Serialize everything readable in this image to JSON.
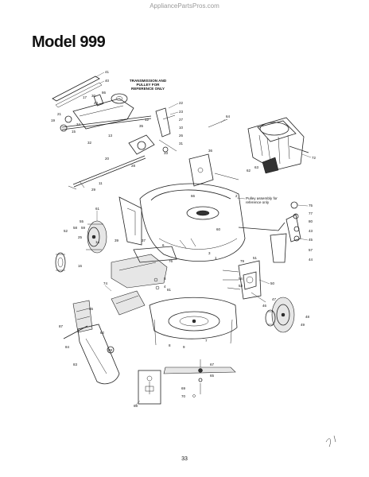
{
  "header": {
    "watermark": "AppliancePartsPros.com",
    "title": "Model 999"
  },
  "notes": {
    "transmission": [
      "TRANSMISSION AND",
      "PULLEY FOR",
      "REFERENCE ONLY"
    ],
    "pulley": [
      "Pulley assembly for",
      "reference only"
    ]
  },
  "footer": {
    "page_number": "33"
  },
  "part_labels": [
    {
      "id": "pn-41",
      "text": "41"
    },
    {
      "id": "pn-40",
      "text": "40"
    },
    {
      "id": "pn-17",
      "text": "17"
    },
    {
      "id": "pn-30",
      "text": "30"
    },
    {
      "id": "pn-24",
      "text": "24"
    },
    {
      "id": "pn-86",
      "text": "86"
    },
    {
      "id": "pn-21",
      "text": "21"
    },
    {
      "id": "pn-19",
      "text": "19"
    },
    {
      "id": "pn-34",
      "text": "34"
    },
    {
      "id": "pn-15",
      "text": "15"
    },
    {
      "id": "pn-32",
      "text": "32"
    },
    {
      "id": "pn-13",
      "text": "13"
    },
    {
      "id": "pn-12",
      "text": "12"
    },
    {
      "id": "pn-35",
      "text": "35"
    },
    {
      "id": "pn-22",
      "text": "22"
    },
    {
      "id": "pn-23",
      "text": "23"
    },
    {
      "id": "pn-27",
      "text": "27"
    },
    {
      "id": "pn-10",
      "text": "10"
    },
    {
      "id": "pn-26",
      "text": "26"
    },
    {
      "id": "pn-31",
      "text": "31"
    },
    {
      "id": "pn-33",
      "text": "33"
    },
    {
      "id": "pn-28",
      "text": "28"
    },
    {
      "id": "pn-20",
      "text": "20"
    },
    {
      "id": "pn-11",
      "text": "11"
    },
    {
      "id": "pn-29",
      "text": "29"
    },
    {
      "id": "pn-64",
      "text": "64"
    },
    {
      "id": "pn-72",
      "text": "72"
    },
    {
      "id": "pn-62",
      "text": "62"
    },
    {
      "id": "pn-63",
      "text": "63"
    },
    {
      "id": "pn-36",
      "text": "36"
    },
    {
      "id": "pn-66",
      "text": "66"
    },
    {
      "id": "pn-2",
      "text": "2"
    },
    {
      "id": "pn-75",
      "text": "75"
    },
    {
      "id": "pn-77",
      "text": "77"
    },
    {
      "id": "pn-80",
      "text": "80"
    },
    {
      "id": "pn-43",
      "text": "43"
    },
    {
      "id": "pn-45",
      "text": "45"
    },
    {
      "id": "pn-60",
      "text": "60"
    },
    {
      "id": "pn-57",
      "text": "57"
    },
    {
      "id": "pn-44",
      "text": "44"
    },
    {
      "id": "pn-61",
      "text": "61"
    },
    {
      "id": "pn-52",
      "text": "52"
    },
    {
      "id": "pn-58",
      "text": "58"
    },
    {
      "id": "pn-55",
      "text": "55"
    },
    {
      "id": "pn-59",
      "text": "59"
    },
    {
      "id": "pn-25",
      "text": "25"
    },
    {
      "id": "pn-16",
      "text": "16"
    },
    {
      "id": "pn-39",
      "text": "39"
    },
    {
      "id": "pn-37",
      "text": "37"
    },
    {
      "id": "pn-79",
      "text": "79"
    },
    {
      "id": "pn-54",
      "text": "54"
    },
    {
      "id": "pn-53",
      "text": "53"
    },
    {
      "id": "pn-50",
      "text": "50"
    },
    {
      "id": "pn-47",
      "text": "47"
    },
    {
      "id": "pn-46",
      "text": "46"
    },
    {
      "id": "pn-48",
      "text": "48"
    },
    {
      "id": "pn-49",
      "text": "49"
    },
    {
      "id": "pn-74",
      "text": "74"
    },
    {
      "id": "pn-85",
      "text": "85"
    },
    {
      "id": "pn-87",
      "text": "87"
    },
    {
      "id": "pn-84",
      "text": "84"
    },
    {
      "id": "pn-88",
      "text": "88"
    },
    {
      "id": "pn-82",
      "text": "82"
    },
    {
      "id": "pn-83",
      "text": "83"
    },
    {
      "id": "pn-68",
      "text": "68"
    },
    {
      "id": "pn-67",
      "text": "67"
    },
    {
      "id": "pn-69",
      "text": "69"
    },
    {
      "id": "pn-70",
      "text": "70"
    },
    {
      "id": "pn-65",
      "text": "65"
    },
    {
      "id": "pn-8",
      "text": "8"
    },
    {
      "id": "pn-9",
      "text": "9"
    },
    {
      "id": "pn-7",
      "text": "7"
    },
    {
      "id": "pn-5",
      "text": "5"
    },
    {
      "id": "pn-4",
      "text": "4"
    },
    {
      "id": "pn-6",
      "text": "6"
    },
    {
      "id": "pn-3",
      "text": "3"
    },
    {
      "id": "pn-1",
      "text": "1"
    },
    {
      "id": "pn-76",
      "text": "76"
    },
    {
      "id": "pn-81",
      "text": "81"
    },
    {
      "id": "pn-51",
      "text": "51"
    },
    {
      "id": "pn-14",
      "text": "14"
    }
  ]
}
